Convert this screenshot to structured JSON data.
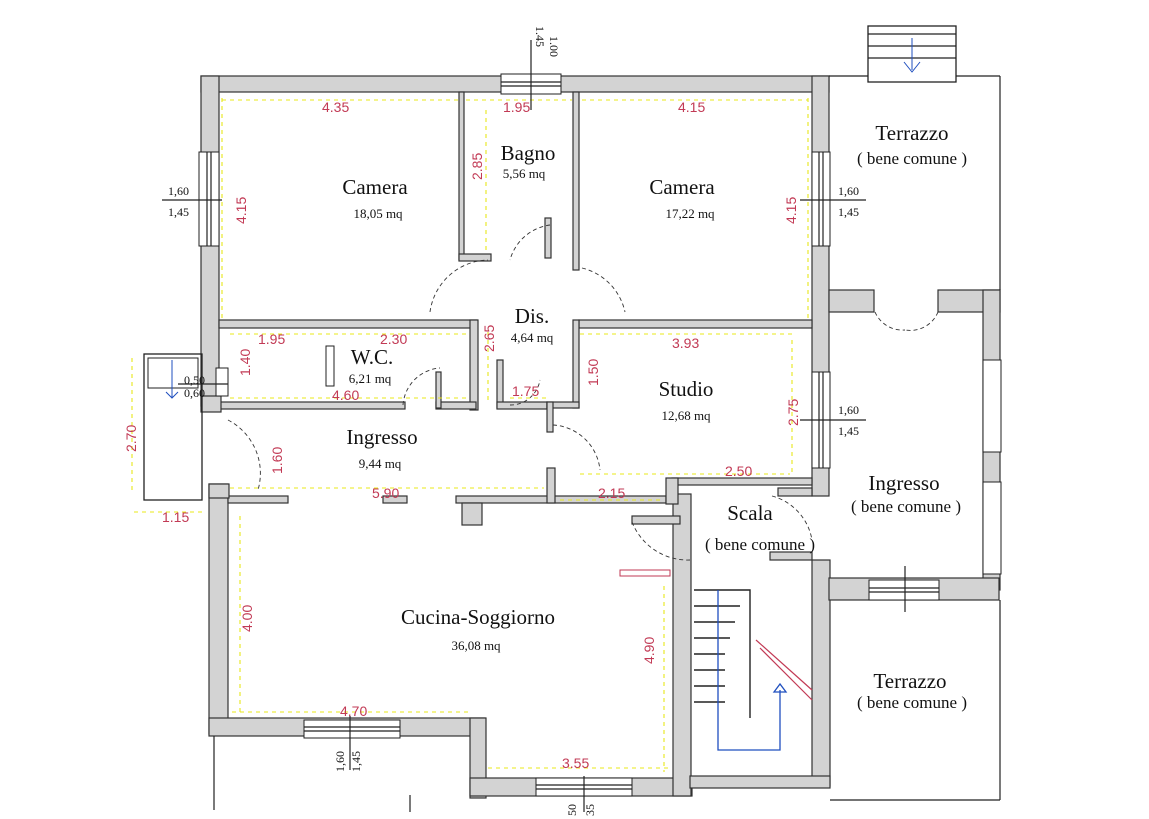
{
  "rooms": {
    "camera1": {
      "name": "Camera",
      "area": "18,05 mq"
    },
    "bagno": {
      "name": "Bagno",
      "area": "5,56 mq"
    },
    "camera2": {
      "name": "Camera",
      "area": "17,22 mq"
    },
    "dis": {
      "name": "Dis.",
      "area": "4,64 mq"
    },
    "wc": {
      "name": "W.C.",
      "area": "6,21 mq"
    },
    "studio": {
      "name": "Studio",
      "area": "12,68 mq"
    },
    "ingresso": {
      "name": "Ingresso",
      "area": "9,44 mq"
    },
    "cucina": {
      "name": "Cucina-Soggiorno",
      "area": "36,08 mq"
    },
    "terrazzo_top": {
      "name": "Terrazzo",
      "note": "( bene comune )"
    },
    "ingresso_comune": {
      "name": "Ingresso",
      "note": "( bene comune )"
    },
    "scala": {
      "name": "Scala",
      "note": "( bene comune )"
    },
    "terrazzo_bottom": {
      "name": "Terrazzo",
      "note": "( bene comune )"
    }
  },
  "dimensions": {
    "camera1_width": "4.35",
    "bagno_width": "1.95",
    "camera2_width": "4.15",
    "camera1_height": "4.15",
    "bagno_height": "2.85",
    "camera2_height": "4.15",
    "wc_width_a": "1.95",
    "wc_width_b": "2.30",
    "wc_height": "1.40",
    "wc_bottom": "4.60",
    "dis_height": "2.65",
    "dis_width": "1.75",
    "dis_side": "1.50",
    "studio_width": "3.93",
    "studio_height": "2.75",
    "studio_bottom": "2.50",
    "ingresso_height": "1.60",
    "ingresso_width": "5.90",
    "ingresso_width_b": "2.15",
    "balcony_height": "2.70",
    "balcony_width": "1.15",
    "cucina_height_left": "4.00",
    "cucina_height_right": "4.90",
    "cucina_width": "4.70",
    "cucina_bottom": "3.55"
  },
  "windows": {
    "top_a": "1.00",
    "top_b": "1.45",
    "left_camera_a": "1,60",
    "left_camera_b": "1,45",
    "right_camera_a": "1,60",
    "right_camera_b": "1,45",
    "studio_a": "1,60",
    "studio_b": "1,45",
    "wc_a": "0,50",
    "wc_b": "0,60",
    "cucina_a": "1,60",
    "cucina_b": "1,45",
    "bottom_a": "50",
    "bottom_b": "35"
  }
}
